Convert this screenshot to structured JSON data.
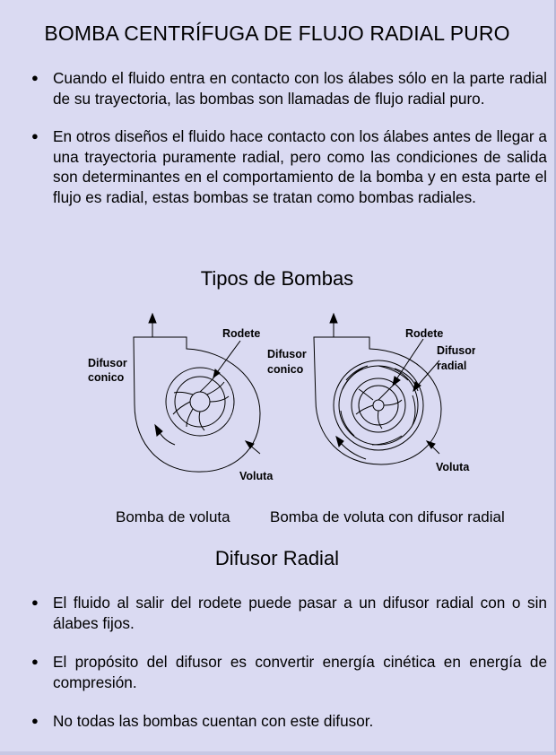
{
  "title": "BOMBA CENTRÍFUGA DE FLUJO RADIAL PURO",
  "bullets_top": [
    "Cuando el fluido entra en contacto con los álabes sólo en la parte radial de su trayectoria, las bombas son llamadas de flujo radial puro.",
    "En otros diseños el fluido hace contacto con los álabes antes de llegar a una trayectoria puramente radial, pero como las condiciones de salida son determinantes en el comportamiento de la bomba y en esta parte el flujo es radial, estas bombas se tratan como bombas radiales."
  ],
  "section_tipos": "Tipos de Bombas",
  "figure": {
    "left": {
      "label_rodete": "Rodete",
      "label_difusor_1": "Difusor",
      "label_difusor_2": "conico",
      "label_voluta": "Voluta",
      "caption": "Bomba de voluta"
    },
    "right": {
      "label_rodete": "Rodete",
      "label_difusor_conico_1": "Difusor",
      "label_difusor_conico_2": "conico",
      "label_difusor_radial_1": "Difusor",
      "label_difusor_radial_2": "radial",
      "label_voluta": "Voluta",
      "caption": "Bomba de voluta con difusor radial"
    }
  },
  "section_difusor": "Difusor Radial",
  "bullets_bottom": [
    "El fluido al salir del rodete puede pasar a un difusor radial con o sin álabes fijos.",
    "El propósito del difusor es convertir energía cinética en energía de compresión.",
    "No todas las bombas cuentan con este difusor."
  ]
}
